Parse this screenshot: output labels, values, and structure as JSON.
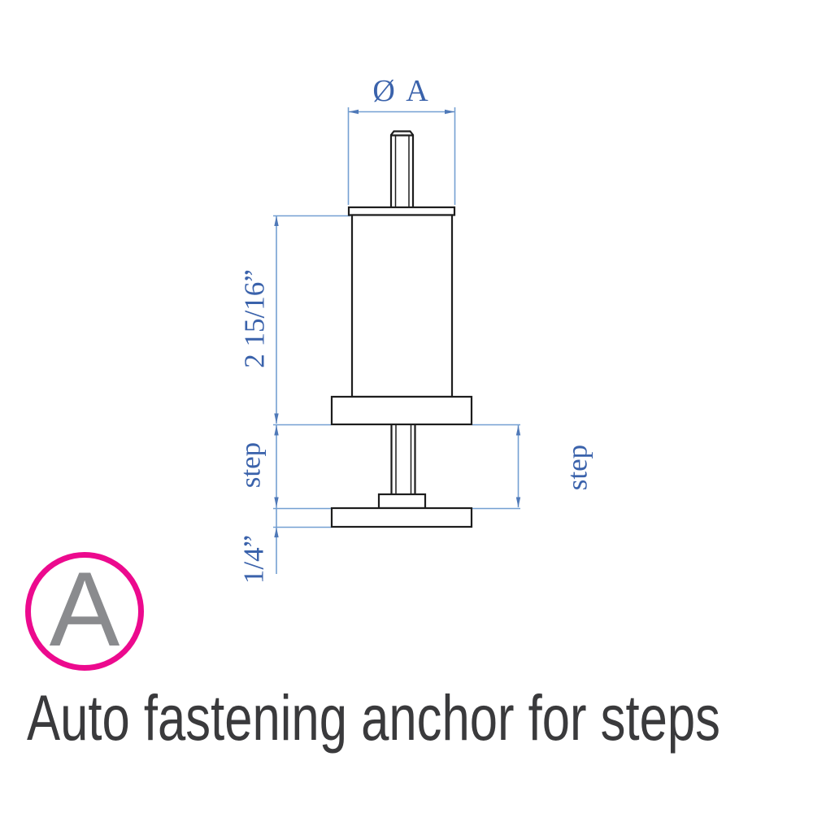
{
  "title": "Auto fastening anchor for steps",
  "badge": {
    "letter": "A"
  },
  "drawing": {
    "dimensions": {
      "diameter": "Ø A",
      "body_height": "2 15/16”",
      "step_left": "step",
      "step_right": "step",
      "base_plate_thickness": "1/4”"
    }
  },
  "colors": {
    "dimension_text_blue": "#3a62ab",
    "dimension_line_blue": "#74a0d2",
    "dimension_arrow_blue": "#4f79b8",
    "outline_black": "#1d1d1d",
    "badge_ring_pink": "#ec0a8e",
    "badge_letter_gray": "#8a8b8e",
    "title_gray": "#3a3a3c",
    "background": "#ffffff"
  }
}
